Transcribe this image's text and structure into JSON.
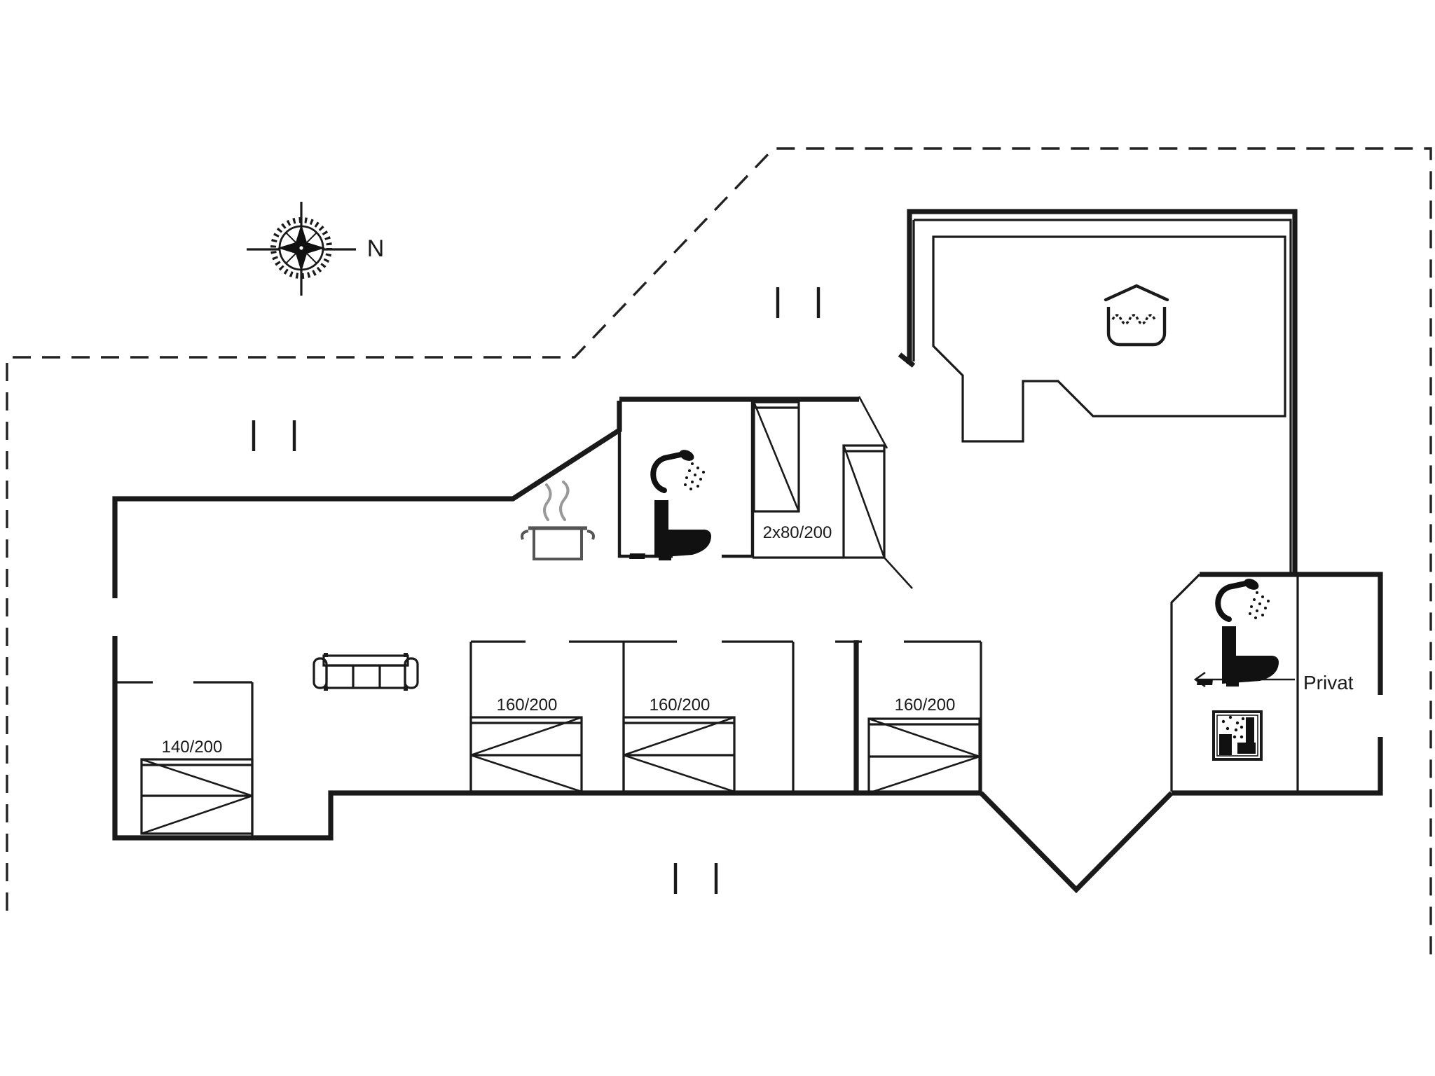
{
  "plan": {
    "compass_label": "N",
    "privat_label": "Privat"
  },
  "labels": {
    "bed140": "140/200",
    "beds160": [
      "160/200",
      "160/200",
      "160/200"
    ],
    "bed2x80": "2x80/200"
  },
  "icons": [
    "compass-rose-icon",
    "spa-bath-icon",
    "shower-icon",
    "toilet-icon",
    "cooking-pot-icon",
    "sofa-icon",
    "washing-machine-icon",
    "double-bed-symbol",
    "single-bed-symbol",
    "door-swing-icon",
    "window-mark-icon"
  ],
  "colors": {
    "wall": "#1a1a1a",
    "boundary": "#222222",
    "steam": "#999999",
    "pot": "#555555",
    "background": "#ffffff"
  }
}
